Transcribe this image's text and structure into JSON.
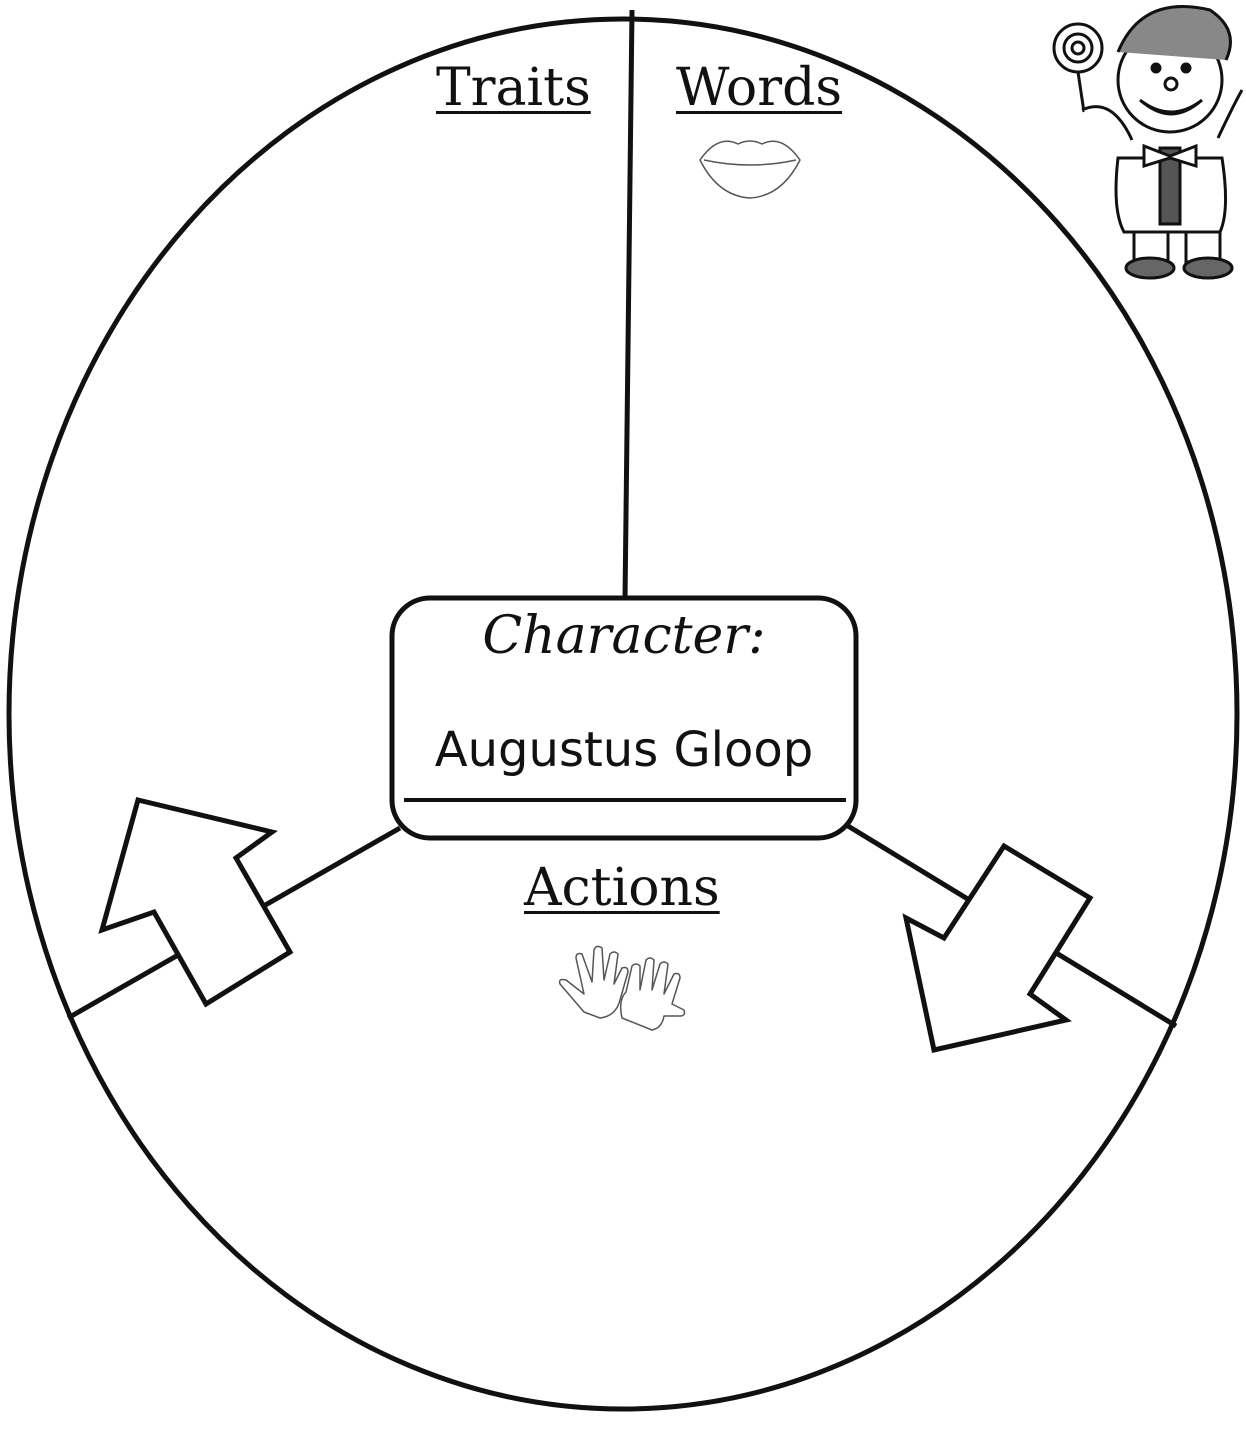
{
  "sections": {
    "traits": "Traits",
    "words": "Words",
    "actions": "Actions"
  },
  "character_box": {
    "heading": "Character:",
    "name": "Augustus Gloop"
  },
  "icons": {
    "words": "lips-icon",
    "actions": "hands-icon",
    "decoration": "clown-with-lollipop-illustration"
  },
  "colors": {
    "ink": "#111111",
    "background": "#ffffff"
  }
}
